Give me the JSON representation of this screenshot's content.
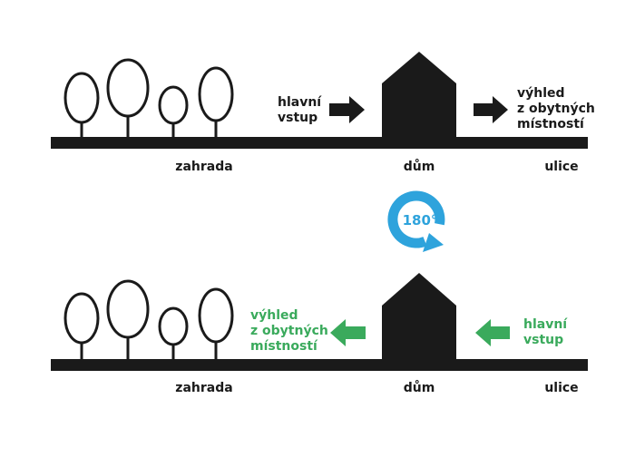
{
  "colors": {
    "ink": "#1a1a1a",
    "green": "#3aaa5c",
    "blue": "#2ea3dc",
    "white": "#ffffff"
  },
  "rotation": {
    "label": "180°",
    "icon": "rotate-arrow-icon"
  },
  "top": {
    "garden_label": "zahrada",
    "house_label": "dům",
    "street_label": "ulice",
    "entrance_line1": "hlavní",
    "entrance_line2": "vstup",
    "view_line1": "výhled",
    "view_line2": "z obytných",
    "view_line3": "místností"
  },
  "bottom": {
    "garden_label": "zahrada",
    "house_label": "dům",
    "street_label": "ulice",
    "view_line1": "výhled",
    "view_line2": "z obytných",
    "view_line3": "místností",
    "entrance_line1": "hlavní",
    "entrance_line2": "vstup"
  }
}
